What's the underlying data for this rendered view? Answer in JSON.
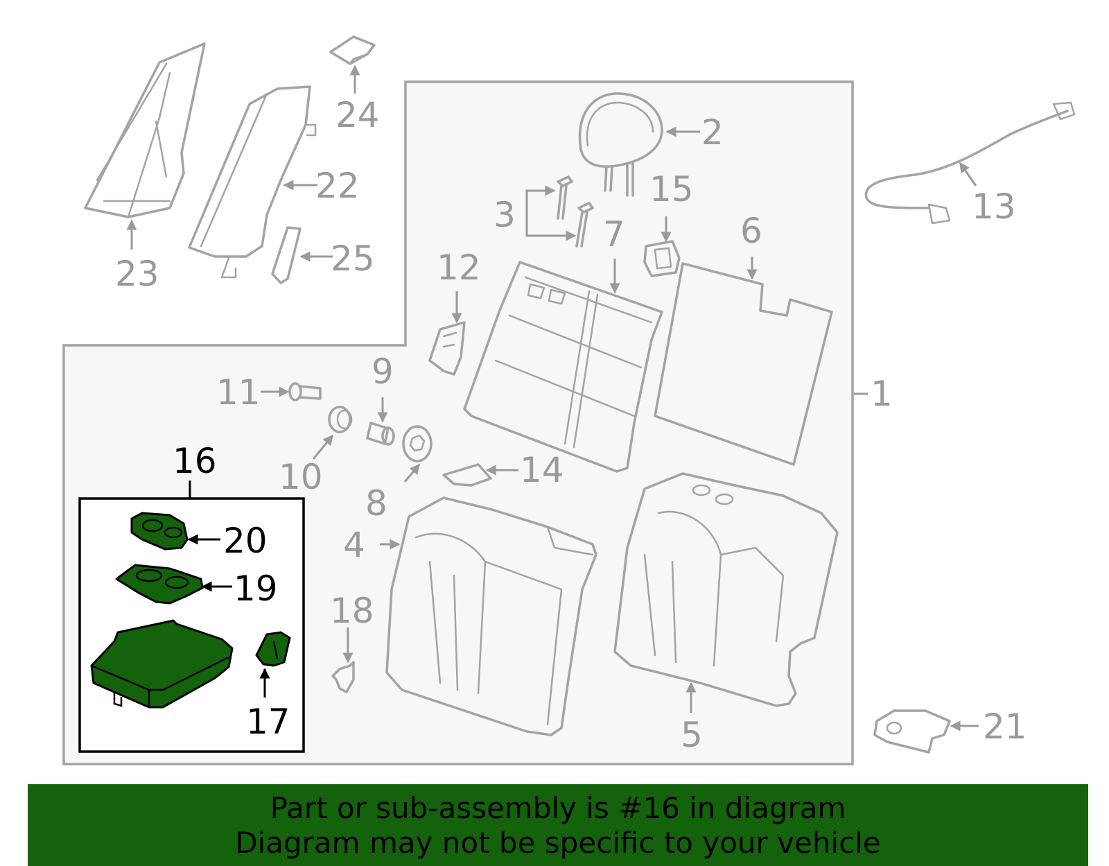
{
  "callouts": {
    "c1": "1",
    "c2": "2",
    "c3": "3",
    "c4": "4",
    "c5": "5",
    "c6": "6",
    "c7": "7",
    "c8": "8",
    "c9": "9",
    "c10": "10",
    "c11": "11",
    "c12": "12",
    "c13": "13",
    "c14": "14",
    "c15": "15",
    "c16": "16",
    "c17": "17",
    "c18": "18",
    "c19": "19",
    "c20": "20",
    "c21": "21",
    "c22": "22",
    "c23": "23",
    "c24": "24",
    "c25": "25"
  },
  "highlight": {
    "color": "#14620c",
    "part": "16"
  },
  "banner": {
    "line1": "Part or sub-assembly is #16 in diagram",
    "line2": "Diagram may not be specific to your vehicle",
    "background": "#14620c"
  }
}
